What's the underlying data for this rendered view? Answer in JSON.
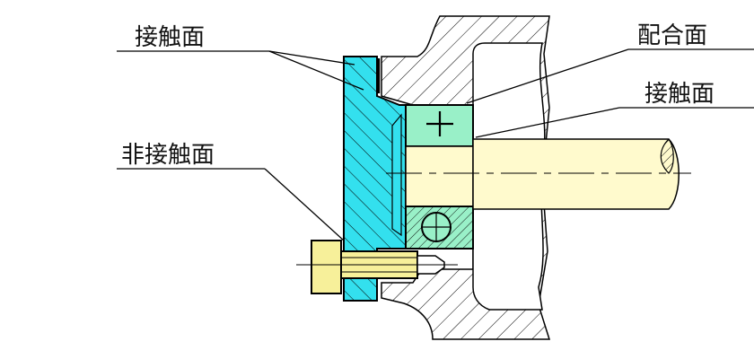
{
  "labels": {
    "contact_surface_top": "接触面",
    "fit_surface": "配合面",
    "contact_surface_right": "接触面",
    "non_contact_surface": "非接触面"
  },
  "colors": {
    "cover": "#33e0ee",
    "bearing": "#99f0c8",
    "shaft": "#fffacd",
    "bolt": "#f7f09a"
  }
}
